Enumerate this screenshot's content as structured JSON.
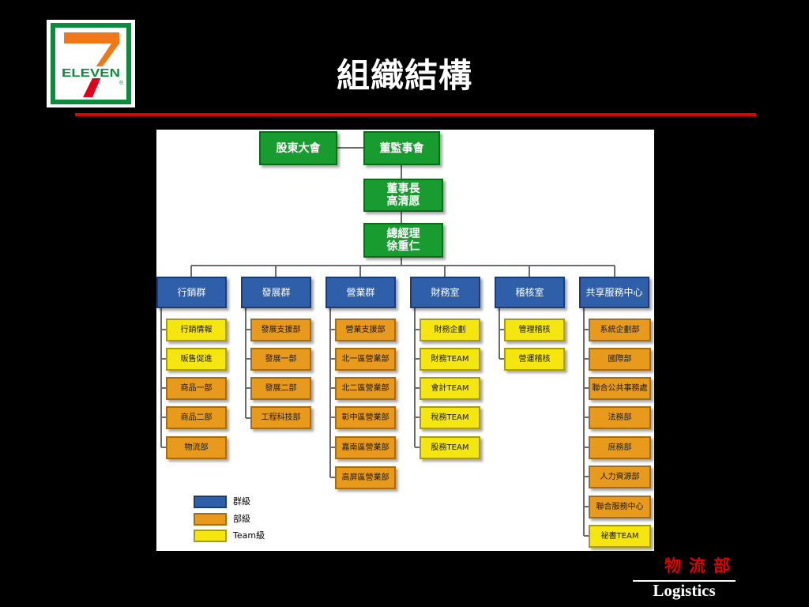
{
  "title": "組織結構",
  "logo": {
    "text": "ELEVEN",
    "registered": "®",
    "colors": {
      "green": "#0a8c3c",
      "orange": "#f07818",
      "red": "#e0001c"
    }
  },
  "top": {
    "shareholders": "股東大會",
    "board": "董監事會"
  },
  "chairman": {
    "title": "董事長",
    "name": "高清愿"
  },
  "president": {
    "title": "總經理",
    "name": "徐重仁"
  },
  "groups": [
    {
      "name": "行銷群",
      "items": [
        {
          "label": "行銷情報",
          "level": "team"
        },
        {
          "label": "販售促進",
          "level": "team"
        },
        {
          "label": "商品一部",
          "level": "dept"
        },
        {
          "label": "商品二部",
          "level": "dept"
        },
        {
          "label": "物流部",
          "level": "dept"
        }
      ]
    },
    {
      "name": "發展群",
      "items": [
        {
          "label": "發展支援部",
          "level": "dept"
        },
        {
          "label": "發展一部",
          "level": "dept"
        },
        {
          "label": "發展二部",
          "level": "dept"
        },
        {
          "label": "工程科技部",
          "level": "dept"
        }
      ]
    },
    {
      "name": "營業群",
      "items": [
        {
          "label": "營業支援部",
          "level": "dept"
        },
        {
          "label": "北一區營業部",
          "level": "dept"
        },
        {
          "label": "北二區營業部",
          "level": "dept"
        },
        {
          "label": "彰中區營業部",
          "level": "dept"
        },
        {
          "label": "嘉南區營業部",
          "level": "dept"
        },
        {
          "label": "高屏區營業部",
          "level": "dept"
        }
      ]
    },
    {
      "name": "財務室",
      "items": [
        {
          "label": "財務企劃",
          "level": "team"
        },
        {
          "label": "財務TEAM",
          "level": "team"
        },
        {
          "label": "會計TEAM",
          "level": "team"
        },
        {
          "label": "稅務TEAM",
          "level": "team"
        },
        {
          "label": "股務TEAM",
          "level": "team"
        }
      ]
    },
    {
      "name": "稽核室",
      "items": [
        {
          "label": "管理稽核",
          "level": "team"
        },
        {
          "label": "營運稽核",
          "level": "team"
        }
      ]
    },
    {
      "name": "共享服務中心",
      "items": [
        {
          "label": "系統企劃部",
          "level": "dept"
        },
        {
          "label": "國際部",
          "level": "dept"
        },
        {
          "label": "聯合公共事務處",
          "level": "dept"
        },
        {
          "label": "法務部",
          "level": "dept"
        },
        {
          "label": "庶務部",
          "level": "dept"
        },
        {
          "label": "人力資源部",
          "level": "dept"
        },
        {
          "label": "聯合服務中心",
          "level": "dept"
        },
        {
          "label": "祕書TEAM",
          "level": "team"
        }
      ]
    }
  ],
  "legend": [
    {
      "label": "群級",
      "color": "#2e5fa8"
    },
    {
      "label": "部級",
      "color": "#e89a1c"
    },
    {
      "label": "Team級",
      "color": "#f5e610"
    }
  ],
  "footer": {
    "department": "物流部",
    "department_en": "Logistics"
  }
}
